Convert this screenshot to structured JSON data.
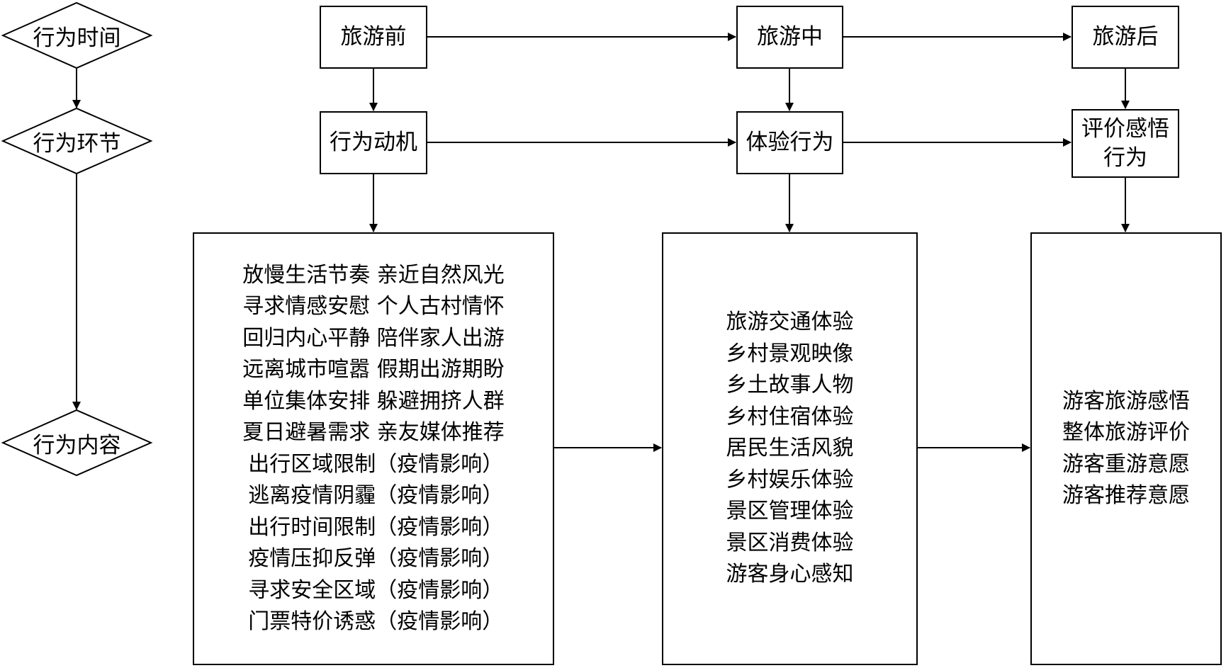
{
  "axis_labels": {
    "time": "行为时间",
    "stage": "行为环节",
    "content": "行为内容"
  },
  "phases": {
    "before": "旅游前",
    "during": "旅游中",
    "after": "旅游后"
  },
  "stages": {
    "motivation": "行为动机",
    "experience": "体验行为",
    "evaluation_line1": "评价感悟",
    "evaluation_line2": "行为"
  },
  "contents": {
    "motivation_pairs": [
      [
        "放慢生活节奏",
        "亲近自然风光"
      ],
      [
        "寻求情感安慰",
        "个人古村情怀"
      ],
      [
        "回归内心平静",
        "陪伴家人出游"
      ],
      [
        "远离城市喧嚣",
        "假期出游期盼"
      ],
      [
        "单位集体安排",
        "躲避拥挤人群"
      ],
      [
        "夏日避暑需求",
        "亲友媒体推荐"
      ]
    ],
    "epidemic_suffix": "（疫情影响）",
    "motivation_epidemic": [
      "出行区域限制",
      "逃离疫情阴霾",
      "出行时间限制",
      "疫情压抑反弹",
      "寻求安全区域",
      "门票特价诱惑"
    ],
    "experience": [
      "旅游交通体验",
      "乡村景观映像",
      "乡土故事人物",
      "乡村住宿体验",
      "居民生活风貌",
      "乡村娱乐体验",
      "景区管理体验",
      "景区消费体验",
      "游客身心感知"
    ],
    "evaluation": [
      "游客旅游感悟",
      "整体旅游评价",
      "游客重游意愿",
      "游客推荐意愿"
    ]
  }
}
